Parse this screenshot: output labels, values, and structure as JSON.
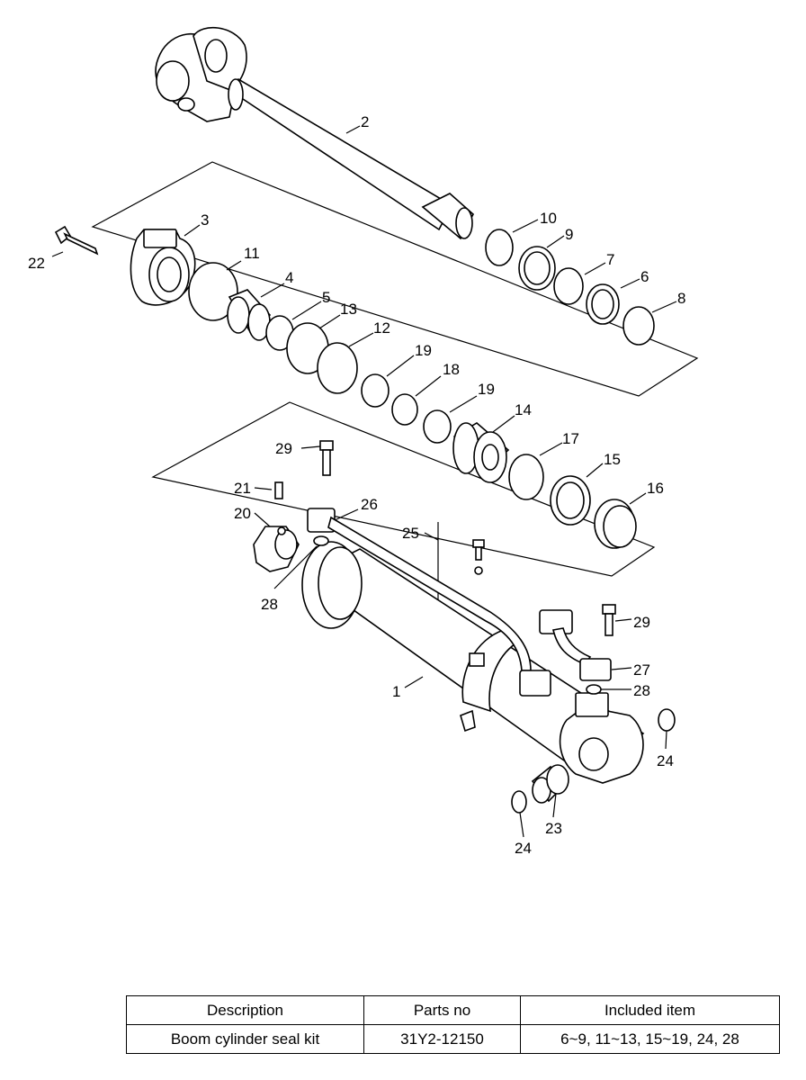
{
  "diagram": {
    "labels": {
      "p1": "1",
      "p2": "2",
      "p3": "3",
      "p4": "4",
      "p5": "5",
      "p6": "6",
      "p7": "7",
      "p8": "8",
      "p9": "9",
      "p10": "10",
      "p11": "11",
      "p12": "12",
      "p13": "13",
      "p14": "14",
      "p15": "15",
      "p16": "16",
      "p17": "17",
      "p18": "18",
      "p19a": "19",
      "p19b": "19",
      "p20": "20",
      "p21": "21",
      "p22": "22",
      "p23": "23",
      "p24a": "24",
      "p24b": "24",
      "p25": "25",
      "p26": "26",
      "p27": "27",
      "p28a": "28",
      "p28b": "28",
      "p29a": "29",
      "p29b": "29"
    }
  },
  "table": {
    "headers": [
      "Description",
      "Parts no",
      "Included item"
    ],
    "rows": [
      [
        "Boom cylinder seal kit",
        "31Y2-12150",
        "6~9, 11~13, 15~19, 24, 28"
      ]
    ]
  }
}
